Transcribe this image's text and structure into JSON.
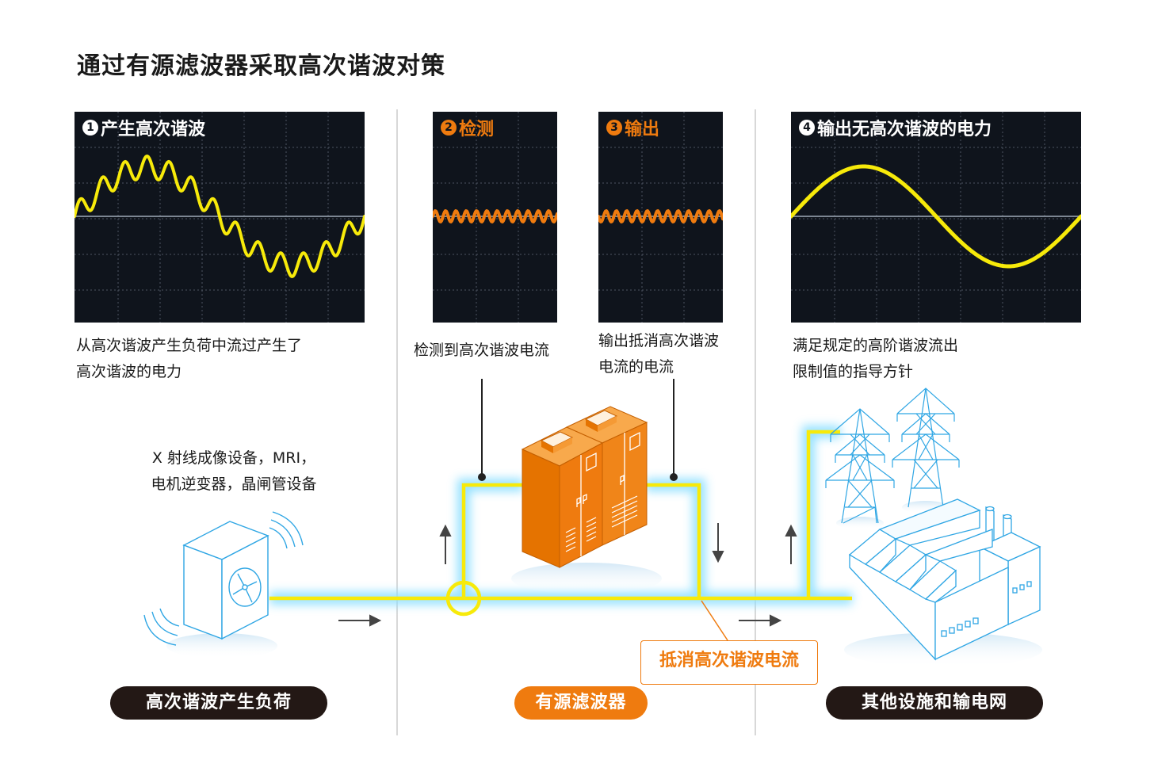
{
  "title": "通过有源滤波器采取高次谐波对策",
  "colors": {
    "orange": "#ef7b0f",
    "yellow": "#f7ea0a",
    "scope_bg": "#0f141c",
    "glow": "#8fe0ff",
    "pill_dark": "#231815",
    "line_blue": "#2fa6e4"
  },
  "steps": [
    {
      "num": "1",
      "label": "产生高次谐波",
      "desc_lines": [
        "从高次谐波产生负荷中流过产生了",
        "高次谐波的电力"
      ]
    },
    {
      "num": "2",
      "label": "检测",
      "desc_lines": [
        "检测到高次谐波电流"
      ]
    },
    {
      "num": "3",
      "label": "输出",
      "desc_lines": [
        "输出抵消高次谐波",
        "电流的电流"
      ]
    },
    {
      "num": "4",
      "label": "输出无高次谐波的电力",
      "desc_lines": [
        "满足规定的高阶谐波流出",
        "限制值的指导方针"
      ]
    }
  ],
  "load_devices": [
    "X 射线成像设备，MRI，",
    "电机逆变器，晶闸管设备"
  ],
  "callout": "抵消高次谐波电流",
  "pills": {
    "left": "高次谐波产生负荷",
    "center": "有源滤波器",
    "right": "其他设施和输电网"
  },
  "icons": {
    "load": "hvac-fan-unit-icon",
    "filter": "active-filter-cabinet-icon",
    "grid": "transmission-tower-icon",
    "factory": "factory-icon",
    "flow_up": "arrow-up-icon",
    "flow_down": "arrow-down-icon",
    "flow_right": "arrow-right-icon"
  }
}
